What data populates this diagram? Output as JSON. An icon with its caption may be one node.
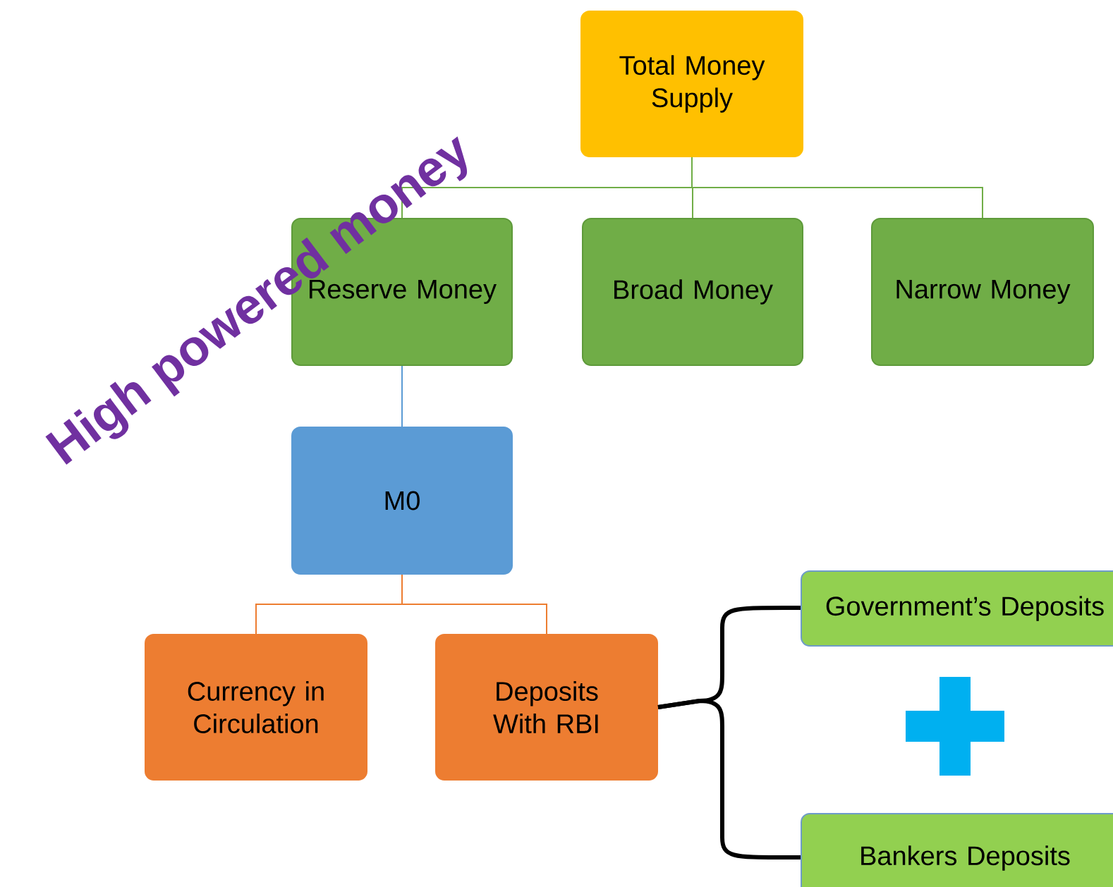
{
  "diagram": {
    "nodes": [
      {
        "text": [
          "Total Money Supply"
        ]
      },
      {
        "text": [
          "Reserve Money"
        ]
      },
      {
        "text": [
          "Broad Money"
        ]
      },
      {
        "text": [
          "Narrow Money"
        ]
      },
      {
        "text": [
          "M0"
        ]
      },
      {
        "text": [
          "Currency in Circulation"
        ]
      },
      {
        "text": [
          "Deposits With RBI"
        ]
      },
      {
        "text": [
          "Government’s Deposits"
        ]
      },
      {
        "text": [
          "Bankers Deposits"
        ]
      }
    ],
    "edges": [
      {
        "from": 0,
        "to": 1,
        "arrow": "none",
        "color": "#70ad47"
      },
      {
        "from": 0,
        "to": 2,
        "arrow": "none",
        "color": "#70ad47"
      },
      {
        "from": 0,
        "to": 3,
        "arrow": "none",
        "color": "#70ad47"
      },
      {
        "from": 1,
        "to": 4,
        "arrow": "none",
        "color": "#5b9bd5"
      },
      {
        "from": 4,
        "to": 5,
        "arrow": "none",
        "color": "#ed7d31"
      },
      {
        "from": 4,
        "to": 6,
        "arrow": "none",
        "color": "#ed7d31"
      },
      {
        "from": 6,
        "to": 7,
        "arrow": "none",
        "style": "thick",
        "color": "#000000"
      },
      {
        "from": 6,
        "to": 8,
        "arrow": "none",
        "style": "thick",
        "color": "#000000"
      }
    ],
    "labels": [
      "High powered money"
    ]
  }
}
